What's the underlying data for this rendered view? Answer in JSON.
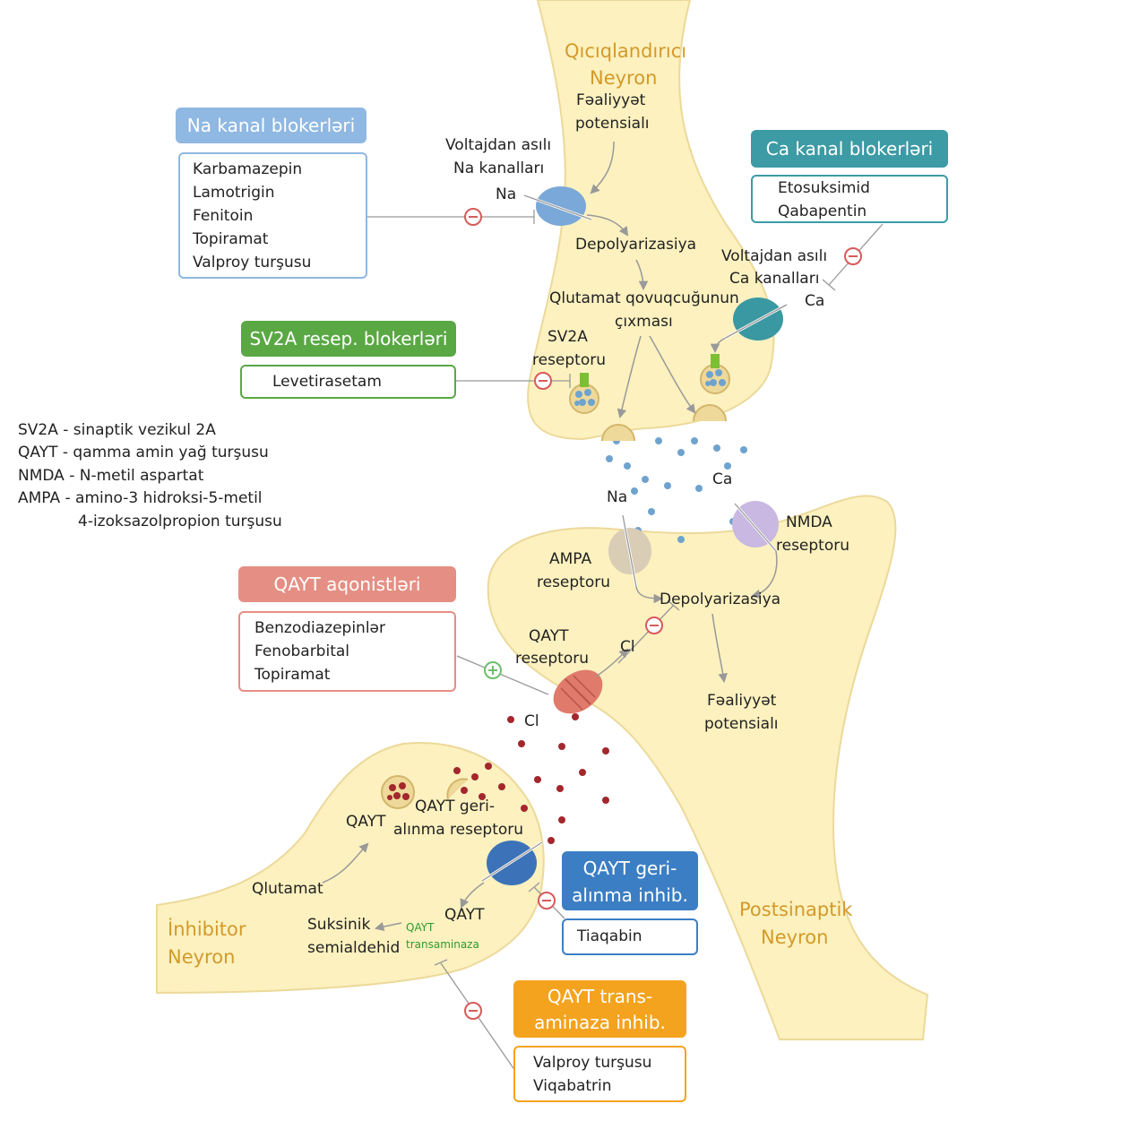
{
  "labels": {
    "excitatory_neuron_1": "Qıcıqlandırıcı",
    "excitatory_neuron_2": "Neyron",
    "postsynaptic_neuron_1": "Postsinaptik",
    "postsynaptic_neuron_2": "Neyron",
    "inhibitory_neuron_1": "İnhibitor",
    "inhibitory_neuron_2": "Neyron",
    "action_potential_1": "Fəaliyyət",
    "action_potential_2": "potensialı",
    "na_channel_1": "Voltajdan asılı",
    "na_channel_2": "Na kanalları",
    "na_top": "Na",
    "depolarization_top": "Depolyarizasiya",
    "ca_channel_1": "Voltajdan asılı",
    "ca_channel_2": "Ca kanalları",
    "ca_top": "Ca",
    "glutamate_release_1": "Qlutamat qovuqcuğunun",
    "glutamate_release_2": "çıxması",
    "sv2a_receptor_1": "SV2A",
    "sv2a_receptor_2": "reseptoru",
    "na_mid": "Na",
    "ca_mid": "Ca",
    "nmda_receptor_1": "NMDA",
    "nmda_receptor_2": "reseptoru",
    "ampa_receptor_1": "AMPA",
    "ampa_receptor_2": "reseptoru",
    "depolarization_post": "Depolyarizasiya",
    "gaba_receptor_1": "QAYT",
    "gaba_receptor_2": "reseptoru",
    "cl_right": "Cl",
    "cl_left": "Cl",
    "action_potential_post_1": "Fəaliyyət",
    "action_potential_post_2": "potensialı",
    "gaba_reuptake_1": "QAYT geri-",
    "gaba_reuptake_2": "alınma reseptoru",
    "gaba_vesicle": "QAYT",
    "glutamate_inh": "Qlutamat",
    "gaba_inside": "QAYT",
    "ssa_1": "Suksinik",
    "ssa_2": "semialdehid",
    "gaba_t_1": "QAYT",
    "gaba_t_2": "transaminaza"
  },
  "legend": [
    "SV2A - sinaptik vezikul 2A",
    "QAYT - qamma amin yağ turşusu",
    "NMDA - N-metil aspartat",
    "AMPA - amino-3 hidroksi-5-metil",
    "4-izoksazolpropion turşusu"
  ],
  "drug_groups": {
    "na_blockers": {
      "title": "Na kanal blokerləri",
      "color": "#8fb8e2",
      "drugs": [
        "Karbamazepin",
        "Lamotrigin",
        "Fenitoin",
        "Topiramat",
        "Valproy turşusu"
      ]
    },
    "ca_blockers": {
      "title": "Ca kanal blokerləri",
      "color": "#3c9ba5",
      "drugs": [
        "Etosuksimid",
        "Qabapentin"
      ]
    },
    "sv2a_blockers": {
      "title": "SV2A resep. blokerləri",
      "color": "#5aa844",
      "drugs": [
        "Levetirasetam"
      ]
    },
    "gaba_agonists": {
      "title": "QAYT aqonistləri",
      "color": "#e58f84",
      "drugs": [
        "Benzodiazepinlər",
        "Fenobarbital",
        "Topiramat"
      ]
    },
    "gaba_reuptake_inhibitors": {
      "title_1": "QAYT geri-",
      "title_2": "alınma inhib.",
      "color": "#3b7ec4",
      "drugs": [
        "Tiaqabin"
      ]
    },
    "gaba_transaminase_inhibitors": {
      "title_1": "QAYT trans-",
      "title_2": "aminaza inhib.",
      "color": "#f4a31e",
      "drugs": [
        "Valproy turşusu",
        "Viqabatrin"
      ]
    }
  }
}
